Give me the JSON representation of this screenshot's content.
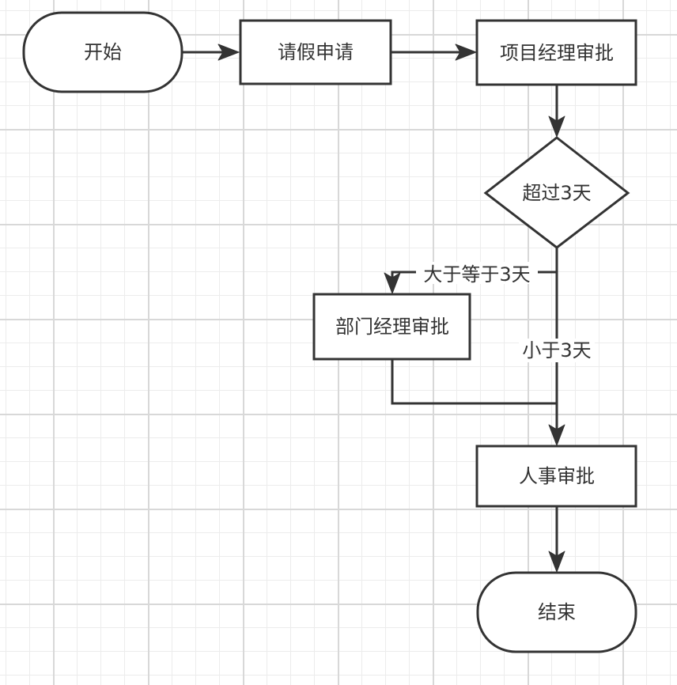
{
  "diagram": {
    "nodes": {
      "start": {
        "label": "开始",
        "shape": "terminal"
      },
      "apply": {
        "label": "请假申请",
        "shape": "process"
      },
      "pm_approve": {
        "label": "项目经理审批",
        "shape": "process"
      },
      "decision": {
        "label": "超过3天",
        "shape": "decision"
      },
      "dept_approve": {
        "label": "部门经理审批",
        "shape": "process"
      },
      "hr_approve": {
        "label": "人事审批",
        "shape": "process"
      },
      "end": {
        "label": "结束",
        "shape": "terminal"
      }
    },
    "edges": [
      {
        "from": "start",
        "to": "apply",
        "label": ""
      },
      {
        "from": "apply",
        "to": "pm_approve",
        "label": ""
      },
      {
        "from": "pm_approve",
        "to": "decision",
        "label": ""
      },
      {
        "from": "decision",
        "to": "dept_approve",
        "label": "大于等于3天"
      },
      {
        "from": "decision",
        "to": "hr_approve",
        "label": "小于3天"
      },
      {
        "from": "dept_approve",
        "to": "hr_approve",
        "label": ""
      },
      {
        "from": "hr_approve",
        "to": "end",
        "label": ""
      }
    ]
  },
  "colors": {
    "stroke": "#333333",
    "fill": "#ffffff",
    "grid": "#d8d8d8",
    "text": "#333333"
  }
}
